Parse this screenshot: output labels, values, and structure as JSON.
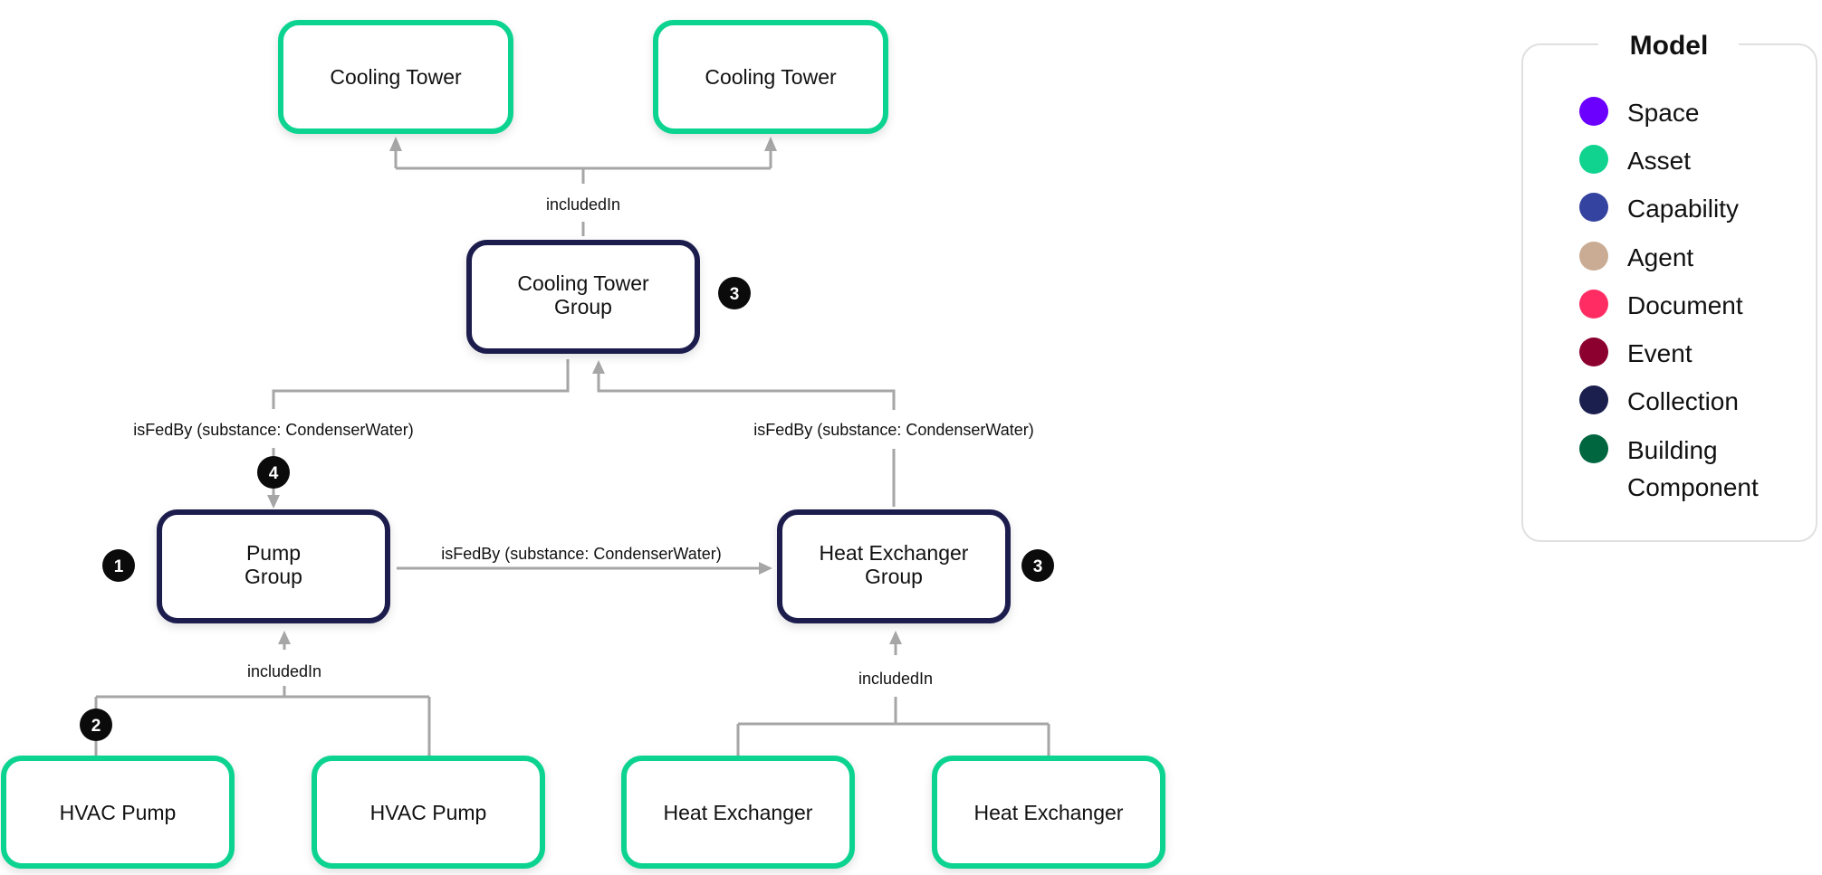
{
  "colors": {
    "asset": "#10d390",
    "collection": "#1a1f4e",
    "connector": "#a6a6a6",
    "badge": "#0b0b0b"
  },
  "nodes": {
    "cooling_tower_1": {
      "label": "Cooling Tower",
      "type": "Asset"
    },
    "cooling_tower_2": {
      "label": "Cooling Tower",
      "type": "Asset"
    },
    "cooling_tower_group": {
      "line1": "Cooling Tower",
      "line2": "Group",
      "type": "Collection"
    },
    "pump_group": {
      "line1": "Pump",
      "line2": "Group",
      "type": "Collection"
    },
    "heat_exchanger_group": {
      "line1": "Heat Exchanger",
      "line2": "Group",
      "type": "Collection"
    },
    "hvac_pump_1": {
      "label": "HVAC Pump",
      "type": "Asset"
    },
    "hvac_pump_2": {
      "label": "HVAC Pump",
      "type": "Asset"
    },
    "heat_exchanger_1": {
      "label": "Heat Exchanger",
      "type": "Asset"
    },
    "heat_exchanger_2": {
      "label": "Heat Exchanger",
      "type": "Asset"
    }
  },
  "edges": {
    "towers_included_in": "includedIn",
    "pump_to_tower_group": "isFedBy (substance: CondenserWater)",
    "hx_to_tower_group": "isFedBy (substance: CondenserWater)",
    "pump_to_hx": "isFedBy (substance: CondenserWater)",
    "pumps_included_in": "includedIn",
    "hx_included_in": "includedIn"
  },
  "badges": {
    "cooling_tower_group": "3",
    "isfedby_pump": "4",
    "pump_group": "1",
    "heat_exchanger_group": "3",
    "hvac_pump": "2"
  },
  "legend": {
    "title": "Model",
    "items": [
      {
        "label": "Space",
        "color": "#6b00ff"
      },
      {
        "label": "Asset",
        "color": "#10d390"
      },
      {
        "label": "Capability",
        "color": "#34439f"
      },
      {
        "label": "Agent",
        "color": "#c9ac93"
      },
      {
        "label": "Document",
        "color": "#ff2c64"
      },
      {
        "label": "Event",
        "color": "#8c0030"
      },
      {
        "label": "Collection",
        "color": "#1a1f4e"
      },
      {
        "label": "Building",
        "label2": "Component",
        "color": "#006640"
      }
    ]
  }
}
